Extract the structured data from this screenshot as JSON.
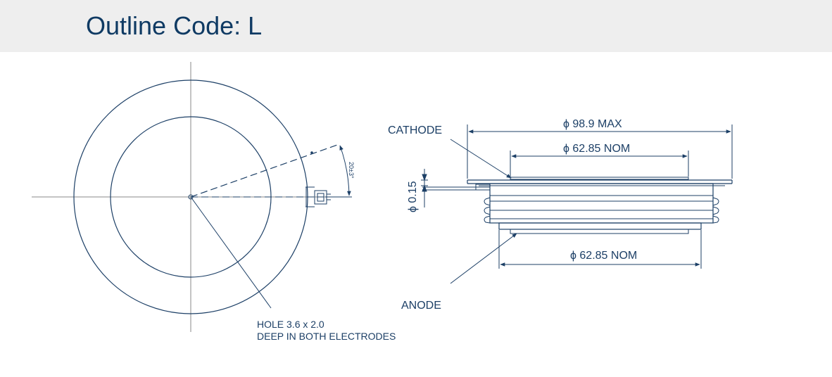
{
  "title": "Outline Code: L",
  "labels": {
    "angle": "20±3°",
    "hole_line1": "HOLE 3.6 x 2.0",
    "hole_line2": "DEEP IN BOTH ELECTRODES",
    "cathode": "CATHODE",
    "anode": "ANODE",
    "dim_max": "ϕ 98.9 MAX",
    "dim_nom_top": "ϕ 62.85 NOM",
    "dim_nom_bottom": "ϕ 62.85 NOM",
    "dim_thick": "ϕ 0.15"
  },
  "colors": {
    "line": "#1c3f66",
    "grid": "#8a8a8a",
    "header_bg": "#eeeeee",
    "title": "#0f3a63"
  }
}
